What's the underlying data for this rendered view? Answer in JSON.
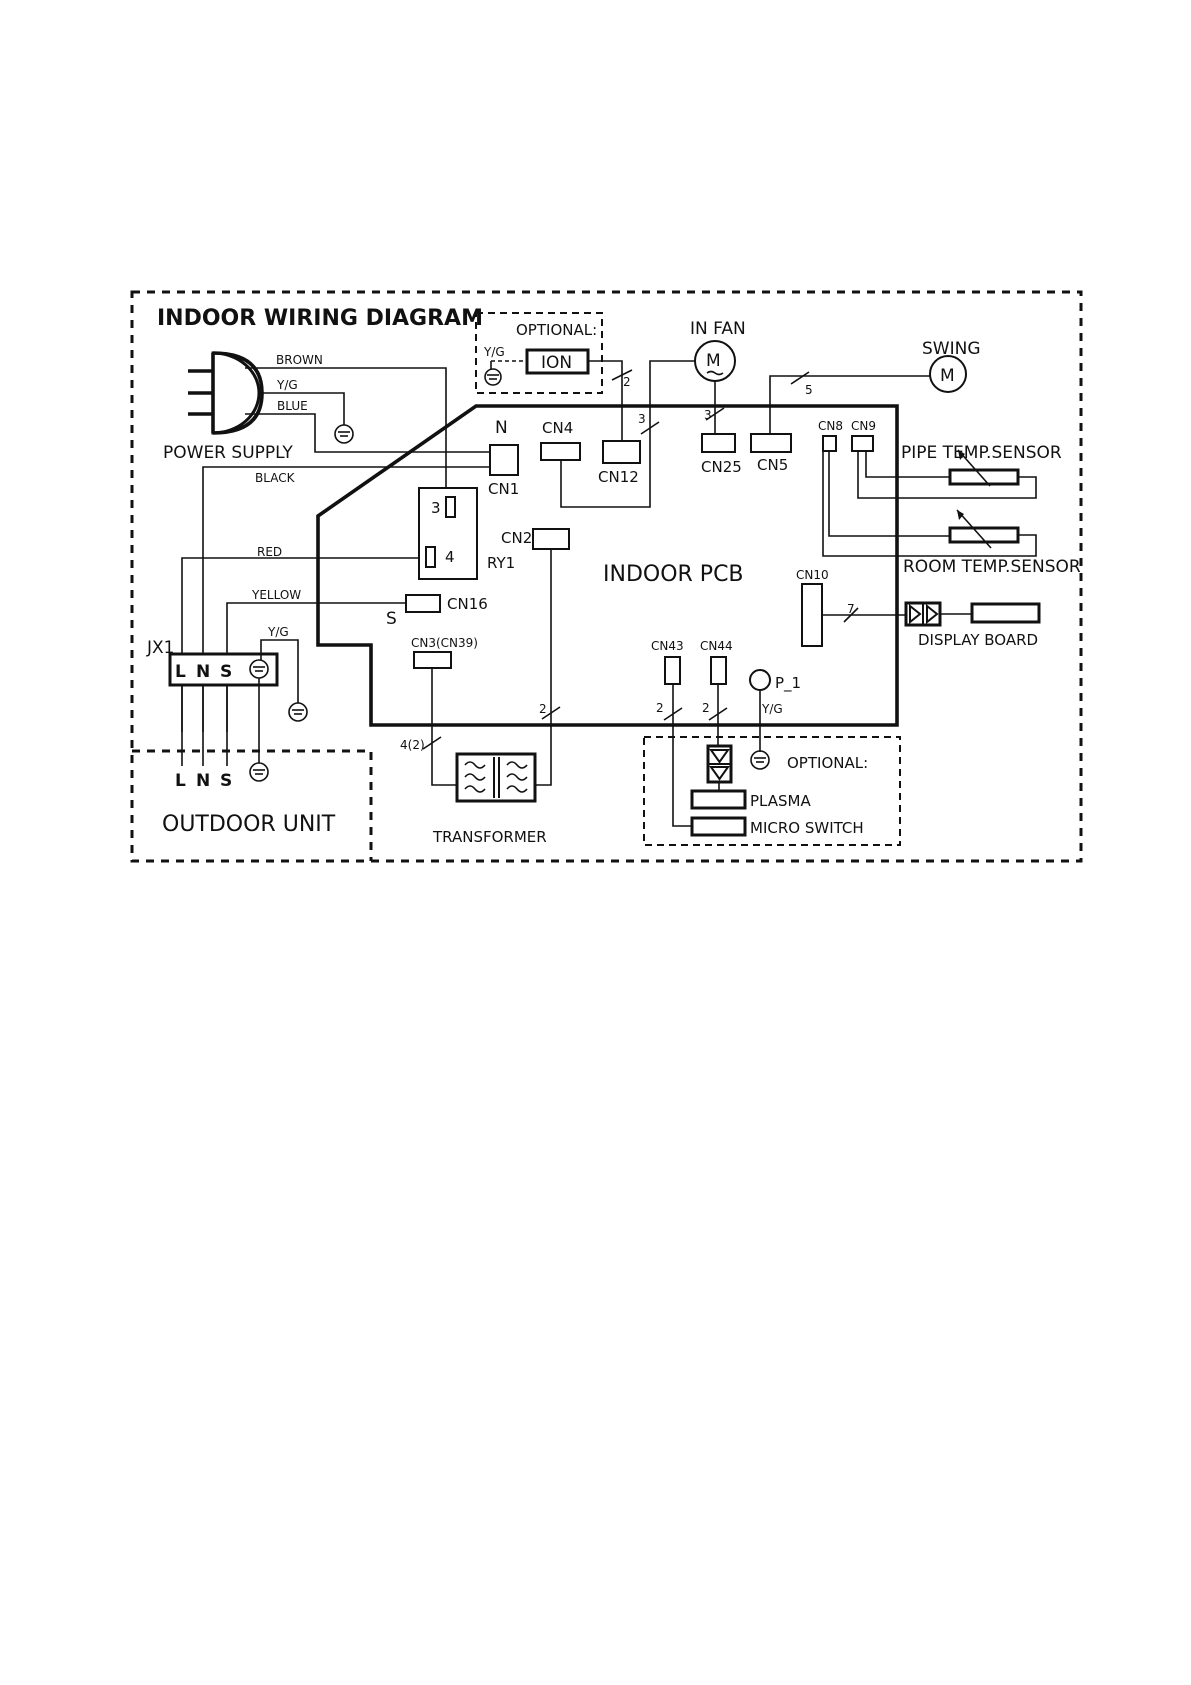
{
  "title": "INDOOR WIRING DIAGRAM",
  "pcb_label": "INDOOR PCB",
  "power_supply": {
    "label": "POWER SUPPLY",
    "wires": [
      "BROWN",
      "Y/G",
      "BLUE",
      "BLACK",
      "RED",
      "YELLOW"
    ]
  },
  "optional_ion": {
    "label": "OPTIONAL:",
    "ground": "Y/G",
    "device": "ION",
    "wire_count": "2"
  },
  "in_fan": {
    "label": "IN FAN",
    "symbol": "M",
    "wire_count": "3"
  },
  "swing": {
    "label": "SWING",
    "symbol": "M",
    "wire_count": "5"
  },
  "connectors": [
    "N",
    "CN1",
    "CN4",
    "CN12",
    "CN25",
    "CN5",
    "CN8",
    "CN9",
    "CN2",
    "CN16",
    "S",
    "CN3(CN39)",
    "CN10",
    "CN43",
    "CN44",
    "P_1"
  ],
  "relay": {
    "label": "RY1",
    "pin3": "3",
    "pin4": "4"
  },
  "sensors": {
    "pipe": "PIPE TEMP.SENSOR",
    "room": "ROOM TEMP.SENSOR"
  },
  "display": {
    "label": "DISPLAY BOARD",
    "wire_count": "7"
  },
  "terminal": {
    "label": "JX1",
    "pins": [
      "L",
      "N",
      "S"
    ],
    "ground": "Y/G"
  },
  "outdoor": {
    "label": "OUTDOOR UNIT",
    "pins": [
      "L",
      "N",
      "S"
    ]
  },
  "transformer": {
    "label": "TRANSFORMER",
    "wire_a": "4(2)",
    "wire_b": "2"
  },
  "pcb_wire_counts": {
    "cn4_fan": "3",
    "cn43": "2",
    "cn44": "2"
  },
  "ground_pg": "Y/G",
  "optional_bottom": {
    "label": "OPTIONAL:",
    "plasma": "PLASMA",
    "micro_switch": "MICRO SWITCH"
  }
}
